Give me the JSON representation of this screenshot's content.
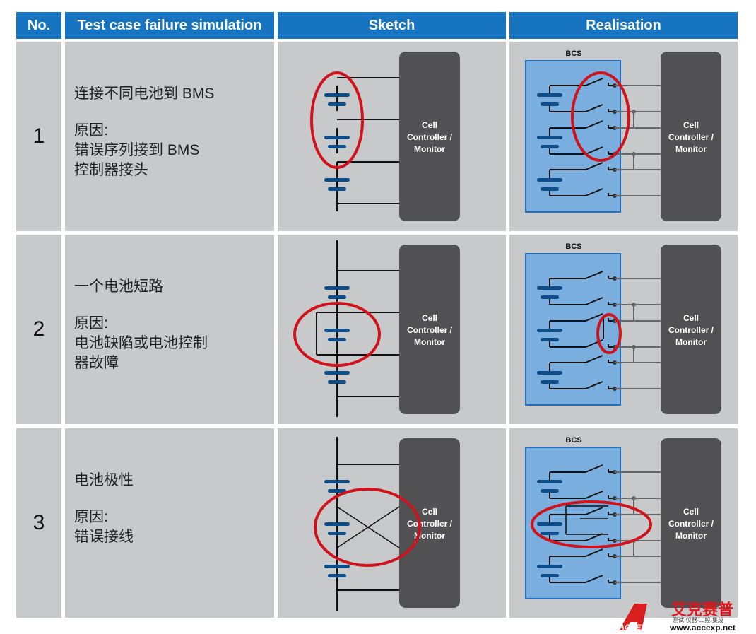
{
  "header": {
    "no": "No.",
    "test_case": "Test case failure simulation",
    "sketch": "Sketch",
    "realisation": "Realisation"
  },
  "rows": [
    {
      "no": "1",
      "title": "连接不同电池到 BMS",
      "cause_label": "原因:",
      "cause": [
        "错误序列接到 BMS",
        "控制器接头"
      ],
      "fault": "wrong-sequence"
    },
    {
      "no": "2",
      "title": "一个电池短路",
      "cause_label": "原因:",
      "cause": [
        "电池缺陷或电池控制",
        "器故障"
      ],
      "fault": "short-circuit"
    },
    {
      "no": "3",
      "title": "电池极性",
      "cause_label": "原因:",
      "cause": [
        "错误接线"
      ],
      "fault": "reverse-polarity"
    }
  ],
  "diagram": {
    "monitor_label": [
      "Cell",
      "Controller /",
      "Monitor"
    ],
    "bcs_label": "BCS"
  },
  "watermark": {
    "brand_cn": "艾克赛普",
    "tagline": "测试·仪器·工控·集成",
    "url": "www.accexp.net",
    "logo": "ACCEXP"
  },
  "colors": {
    "header": "#1774c0",
    "cell": "#c8c9cb",
    "monitor": "#515154",
    "battery": "#0d4d8a",
    "bcs": "#7aaedf",
    "highlight": "#d0121b"
  }
}
